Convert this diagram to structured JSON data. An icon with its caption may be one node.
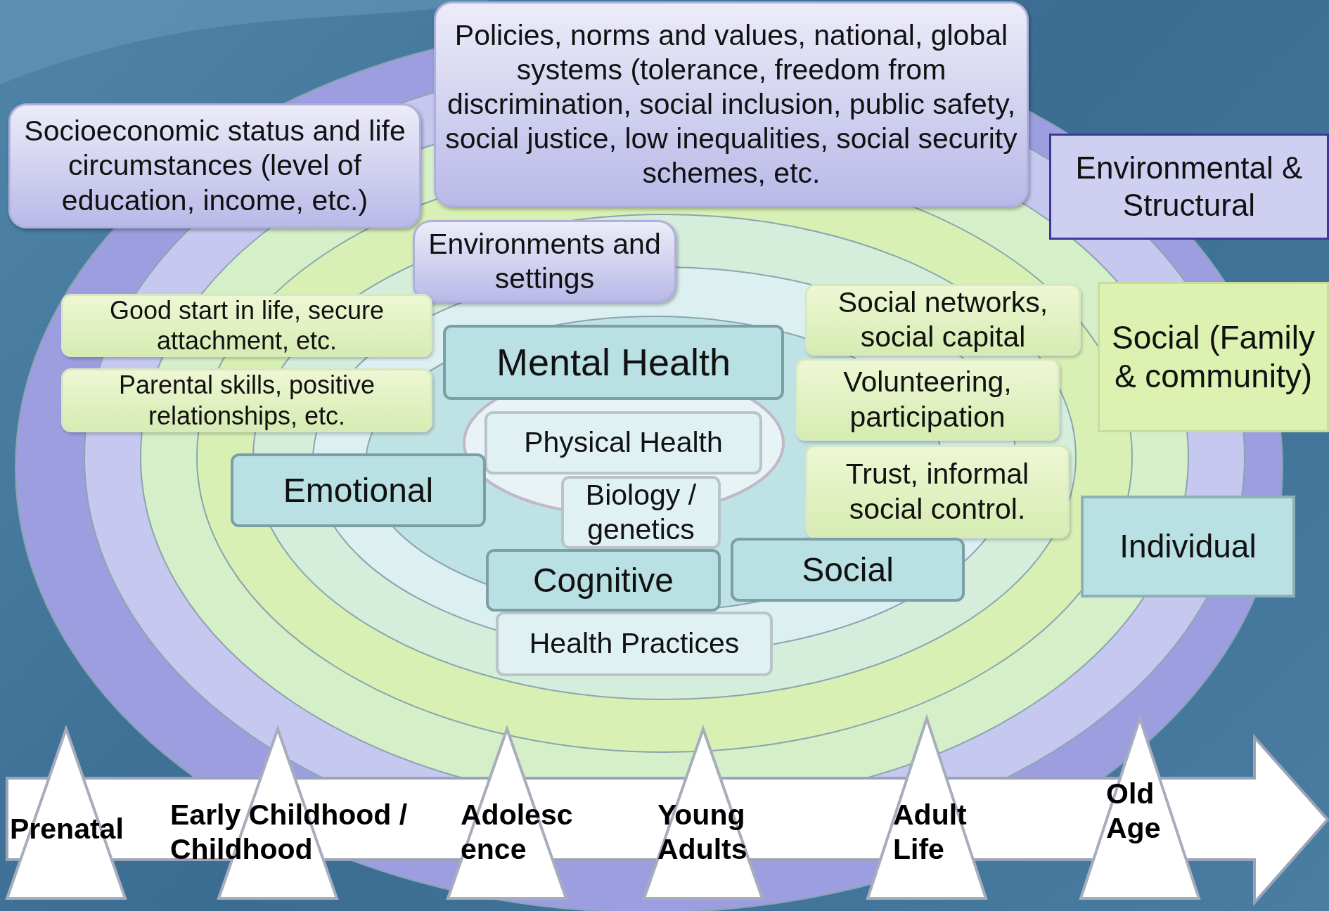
{
  "diagram": {
    "nodes": [
      {
        "text": [
          "Policies, norms and values, national, global systems (tolerance, freedom from discrimination, social inclusion, public safety, social justice, low inequalities, social security schemes, etc."
        ]
      },
      {
        "text": [
          "Socioeconomic status and life circumstances (level of education, income, etc.)"
        ]
      },
      {
        "text": [
          "Environmental & Structural"
        ]
      },
      {
        "text": [
          "Environments and settings"
        ]
      },
      {
        "text": [
          "Good start in life, secure attachment, etc."
        ]
      },
      {
        "text": [
          "Social networks, social capital"
        ]
      },
      {
        "text": [
          "Social (Family & community)"
        ]
      },
      {
        "text": [
          "Mental Health"
        ]
      },
      {
        "text": [
          "Parental skills, positive relationships, etc."
        ]
      },
      {
        "text": [
          "Volunteering, participation"
        ]
      },
      {
        "text": [
          "Physical Health"
        ]
      },
      {
        "text": [
          "Emotional"
        ]
      },
      {
        "text": [
          "Biology / genetics"
        ]
      },
      {
        "text": [
          "Trust, informal social control."
        ]
      },
      {
        "text": [
          "Individual"
        ]
      },
      {
        "text": [
          "Cognitive"
        ]
      },
      {
        "text": [
          "Social"
        ]
      },
      {
        "text": [
          "Health Practices"
        ]
      }
    ],
    "labels": [
      "Prenatal",
      "Early Childhood / Childhood",
      "Adolesc ence",
      "Young Adults",
      "Adult Life",
      "Old Age"
    ]
  }
}
